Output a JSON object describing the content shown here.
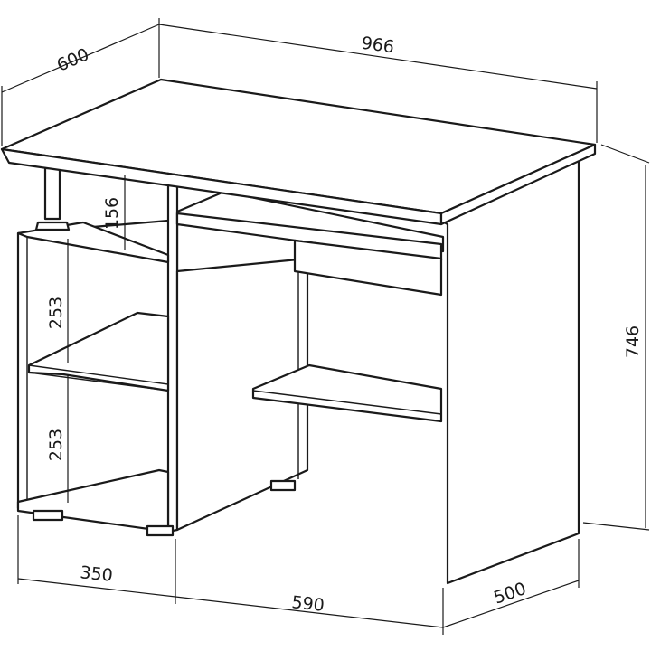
{
  "dimensions": {
    "depth_top": "600",
    "width_total": "966",
    "height_total": "746",
    "shelf_gap_top": "156",
    "shelf_gap_middle": "253",
    "shelf_gap_bottom": "253",
    "cabinet_width": "350",
    "knee_width": "590",
    "side_depth": "500"
  }
}
